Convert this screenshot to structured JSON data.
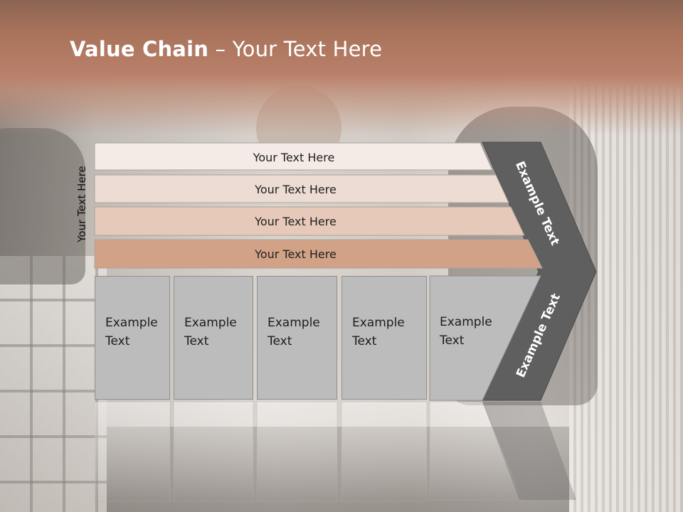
{
  "slide": {
    "title_bold": "Value Chain",
    "title_rest": " – Your Text Here",
    "side_label": "Your Text Here",
    "bars": [
      {
        "label": "Your Text Here",
        "fill": "#f4ebe7"
      },
      {
        "label": "Your Text Here",
        "fill": "#eddcd3"
      },
      {
        "label": "Your Text Here",
        "fill": "#e6c9b9"
      },
      {
        "label": "Your Text Here",
        "fill": "#d2a287"
      }
    ],
    "cells": [
      {
        "label": "Example\nText"
      },
      {
        "label": "Example\nText"
      },
      {
        "label": "Example\nText"
      },
      {
        "label": "Example\nText"
      },
      {
        "label": "Example\nText"
      }
    ],
    "chevron_upper_label": "Example Text",
    "chevron_lower_label": "Example Text",
    "colors": {
      "header": "#ab765e",
      "chevron": "#5f5f5f",
      "cell": "#bcbcbc",
      "title_text": "#ffffff"
    }
  }
}
